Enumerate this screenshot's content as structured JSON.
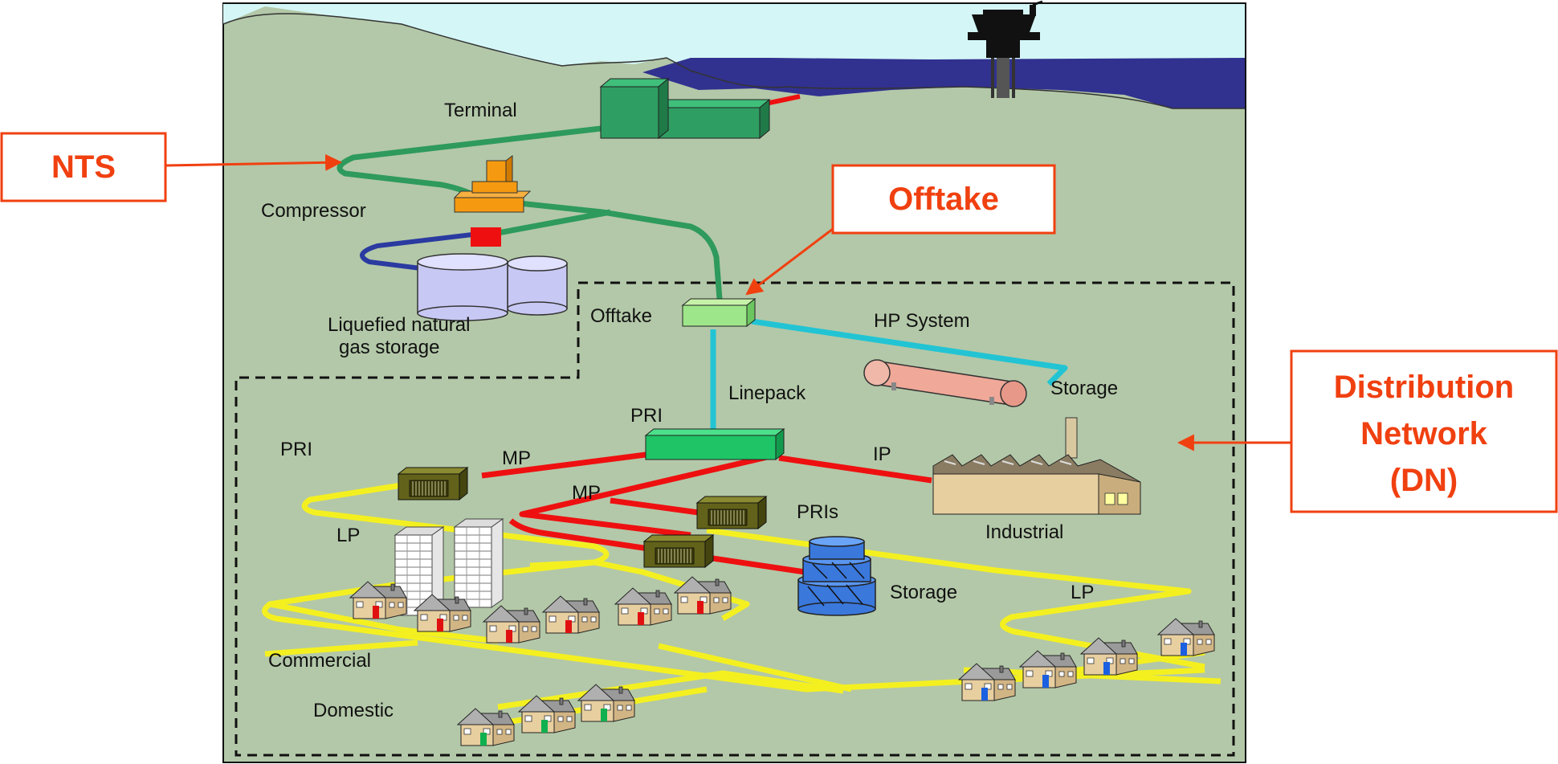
{
  "callouts": {
    "nts": "NTS",
    "offtake": "Offtake",
    "dn_line1": "Distribution",
    "dn_line2": "Network",
    "dn_line3": "(DN)"
  },
  "labels": {
    "terminal": "Terminal",
    "compressor": "Compressor",
    "lng_line1": "Liquefied natural",
    "lng_line2": "gas storage",
    "offtake": "Offtake",
    "hp_system": "HP System",
    "storage_hp": "Storage",
    "linepack": "Linepack",
    "pri_center": "PRI",
    "pri_left": "PRI",
    "mp_upper": "MP",
    "mp_lower": "MP",
    "ip": "IP",
    "pris": "PRIs",
    "industrial": "Industrial",
    "lp_left": "LP",
    "lp_right": "LP",
    "storage_lp": "Storage",
    "commercial": "Commercial",
    "domestic": "Domestic"
  },
  "colors": {
    "land": "#b3c8a8",
    "sky": "#d4f6f6",
    "sea": "#31318f",
    "nts_pipe": "#2e9a5c",
    "hp_pipe": "#22c4d4",
    "mp_ip_pipe": "#ee1010",
    "lp_pipe": "#f4f020",
    "lng_pipe": "#2a3aa0",
    "callout": "#f04010"
  },
  "icons": [
    "gas-terminal-building-icon",
    "offshore-platform-icon",
    "compressor-icon",
    "lng-tank-icon",
    "offtake-box-icon",
    "pri-box-icon",
    "storage-cylinder-icon",
    "gasholder-icon",
    "factory-icon",
    "tower-block-icon",
    "house-icon"
  ]
}
